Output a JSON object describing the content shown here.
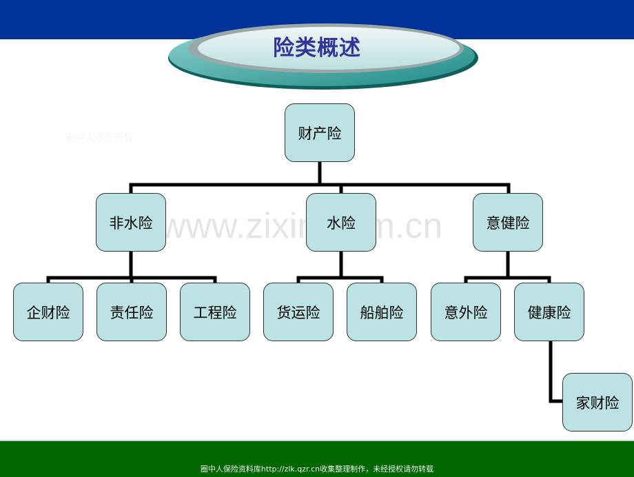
{
  "title": "险类概述",
  "watermarks": {
    "url": "www.zixin.com.cn",
    "copyright": "圈中人版权所有"
  },
  "nodes": {
    "root": "财产险",
    "nonmarine": "非水险",
    "marine": "水险",
    "accident_health": "意健险",
    "enterprise_property": "企财险",
    "liability": "责任险",
    "engineering": "工程险",
    "cargo": "货运险",
    "hull": "船舶险",
    "accident": "意外险",
    "health": "健康险",
    "home_property": "家财险"
  },
  "footer": "圈中人保险资料库http://zlk.qzr.cn收集整理制作，未经授权请勿转载",
  "colors": {
    "topbar": "#003399",
    "node": "#bde2e4",
    "footer": "#006600",
    "title": "#333399"
  }
}
